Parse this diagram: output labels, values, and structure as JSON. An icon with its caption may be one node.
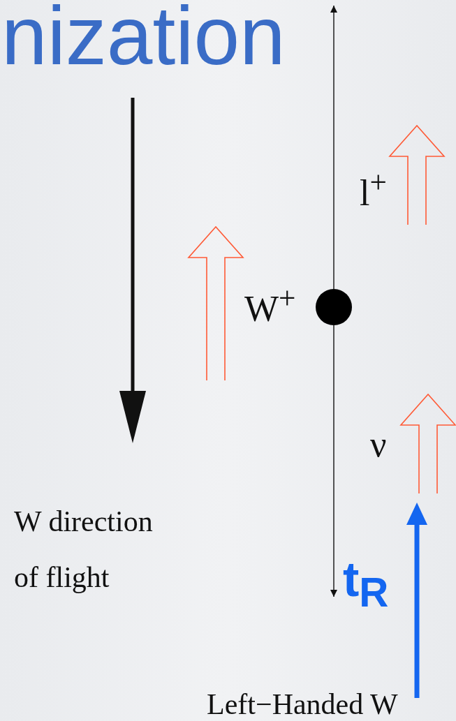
{
  "diagram": {
    "title": "nization",
    "nodes": [
      {
        "text": [],
        "shape": "circle",
        "beside": [
          "W$^{+}$"
        ]
      },
      {
        "text": [
          "t$_{R}$"
        ]
      }
    ],
    "edges": [
      {
        "from": 0,
        "to": null,
        "arrow": "to",
        "label": "l$^{+}$"
      },
      {
        "from": 0,
        "to": 1,
        "arrow": "to",
        "label": "ν"
      }
    ],
    "labels": [
      "W direction of flight",
      "Left−Handed W"
    ]
  }
}
